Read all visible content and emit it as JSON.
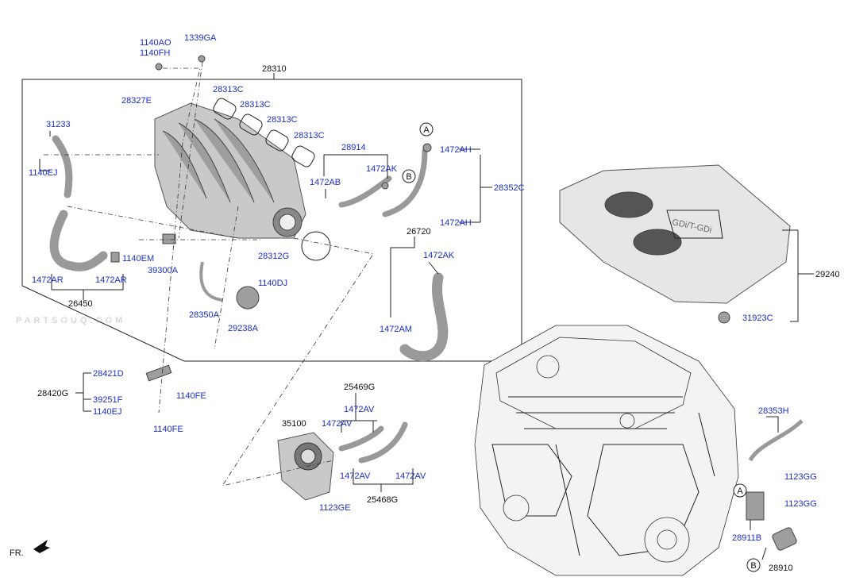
{
  "labels": {
    "p1140AO": "1140AO",
    "p1140FH": "1140FH",
    "p1339GA": "1339GA",
    "p28310": "28310",
    "p28313C_1": "28313C",
    "p28313C_2": "28313C",
    "p28313C_3": "28313C",
    "p28313C_4": "28313C",
    "p28327E": "28327E",
    "p31233": "31233",
    "p1140EJ_a": "1140EJ",
    "p28914": "28914",
    "p1472AK_a": "1472AK",
    "p1472AB": "1472AB",
    "p1472AH_a": "1472AH",
    "p1472AH_b": "1472AH",
    "p28352C": "28352C",
    "p26720": "26720",
    "p1472AK_b": "1472AK",
    "p1140EM": "1140EM",
    "p39300A": "39300A",
    "p28312G": "28312G",
    "p1472AR_a": "1472AR",
    "p1472AR_b": "1472AR",
    "p26450": "26450",
    "p1140DJ": "1140DJ",
    "p28350A": "28350A",
    "p29238A": "29238A",
    "p1472AM": "1472AM",
    "p29240": "29240",
    "p31923C": "31923C",
    "p28421D": "28421D",
    "p28420G": "28420G",
    "p39251F": "39251F",
    "p1140FE_a": "1140FE",
    "p1140EJ_b": "1140EJ",
    "p1140FE_b": "1140FE",
    "p25469G": "25469G",
    "p35100": "35100",
    "p1472AV_a": "1472AV",
    "p1472AV_b": "1472AV",
    "p1472AV_c": "1472AV",
    "p1472AV_d": "1472AV",
    "p25468G": "25468G",
    "p1123GE": "1123GE",
    "p28353H": "28353H",
    "p1123GG_a": "1123GG",
    "p1123GG_b": "1123GG",
    "p28911B": "28911B",
    "p28910": "28910"
  },
  "callouts": {
    "A_top": "A",
    "B_top": "B",
    "A_bottom": "A",
    "B_bottom": "B"
  },
  "front_indicator": "FR.",
  "watermark": "PARTSOUQ.COM",
  "cover_badge": "GDi/T-GDi",
  "colors": {
    "label": "#1a2ec9",
    "part_fill": "#c9c9c9",
    "line": "#222222"
  }
}
